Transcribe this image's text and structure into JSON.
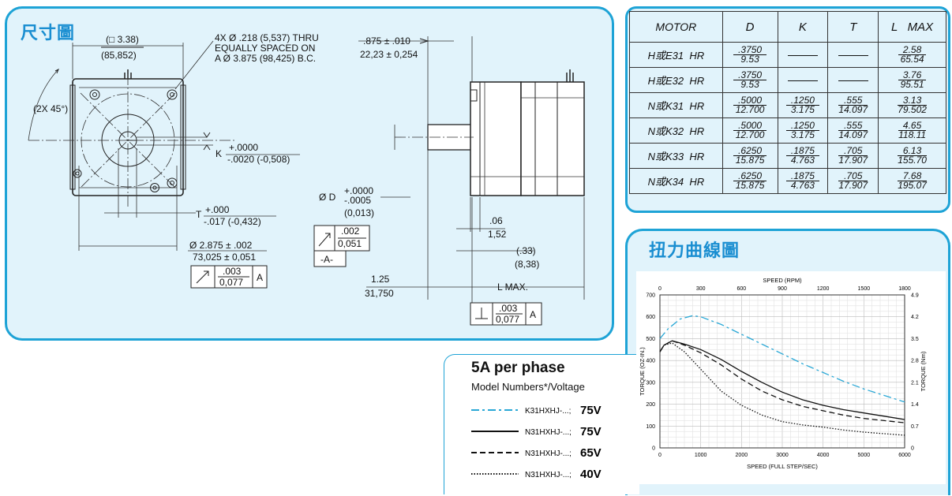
{
  "titles": {
    "dimensions": "尺寸圖",
    "torque_curve": "扭力曲線圖"
  },
  "drawing": {
    "front_width": "(□ 3.38)",
    "front_width_mm": "(85,852)",
    "holes_1": "4X Ø .218 (5,537) THRU",
    "holes_2": "EQUALLY SPACED ON",
    "holes_3": "A Ø 3.875 (98,425) B.C.",
    "angle": "(2X 45°)",
    "k_label": "K",
    "k_tol_1": "+.0000",
    "k_tol_2": "-.0020 (-0,508)",
    "t_label": "T",
    "t_tol_1": "+.000",
    "t_tol_2": "-.017 (-0,432)",
    "pilot_dia": "Ø 2.875 ± .002",
    "pilot_dia_mm": "73,025 ± 0,051",
    "frame1_top": ".003",
    "frame1_bot": "0,077",
    "frame1_ref": "A",
    "shaft_len": ".875 ± .010",
    "shaft_len_mm": "22,23 ± 0,254",
    "d_label": "Ø D",
    "d_tol_1": "+.0000",
    "d_tol_2": "-.0005",
    "d_tol_3": "(0,013)",
    "frame2_top": ".002",
    "frame2_bot": "0,051",
    "datum": "-A-",
    "flange": ".06",
    "flange_mm": "1,52",
    "rear": "(.33)",
    "rear_mm": "(8,38)",
    "flange_len": "1.25",
    "flange_len_mm": "31,750",
    "lmax": "L MAX.",
    "frame3_top": ".003",
    "frame3_bot": "0,077",
    "frame3_ref": "A"
  },
  "table": {
    "headers": [
      "MOTOR",
      "D",
      "K",
      "T",
      "L   MAX"
    ],
    "rows": [
      {
        "motor": "H或E31  HR",
        "d": [
          ".3750",
          "9.53"
        ],
        "k": null,
        "t": null,
        "l": [
          "2.58",
          "65.54"
        ]
      },
      {
        "motor": "H或E32  HR",
        "d": [
          ".3750",
          "9.53"
        ],
        "k": null,
        "t": null,
        "l": [
          "3.76",
          "95.51"
        ]
      },
      {
        "motor": "N或K31  HR",
        "d": [
          ".5000",
          "12.700"
        ],
        "k": [
          ".1250",
          "3.175"
        ],
        "t": [
          ".555",
          "14.097"
        ],
        "l": [
          "3.13",
          "79.502"
        ]
      },
      {
        "motor": "N或K32  HR",
        "d": [
          ".5000",
          "12.700"
        ],
        "k": [
          ".1250",
          "3.175"
        ],
        "t": [
          ".555",
          "14.097"
        ],
        "l": [
          "4.65",
          "118.11"
        ]
      },
      {
        "motor": "N或K33  HR",
        "d": [
          ".6250",
          "15.875"
        ],
        "k": [
          ".1875",
          "4.763"
        ],
        "t": [
          ".705",
          "17.907"
        ],
        "l": [
          "6.13",
          "155.70"
        ]
      },
      {
        "motor": "N或K34  HR",
        "d": [
          ".6250",
          "15.875"
        ],
        "k": [
          ".1875",
          "4.763"
        ],
        "t": [
          ".705",
          "17.907"
        ],
        "l": [
          "7.68",
          "195.07"
        ]
      }
    ]
  },
  "legend": {
    "title": "5A per phase",
    "subtitle": "Model Numbers*/Voltage",
    "items": [
      {
        "model": "K31HXHJ-...;",
        "voltage": "75V",
        "style": "dashdot",
        "color": "#2aa8d6"
      },
      {
        "model": "N31HXHJ-...;",
        "voltage": "75V",
        "style": "solid",
        "color": "#111111"
      },
      {
        "model": "N31HXHJ-...;",
        "voltage": "65V",
        "style": "dashed",
        "color": "#111111"
      },
      {
        "model": "N31HXHJ-...;",
        "voltage": "40V",
        "style": "dotted",
        "color": "#111111"
      }
    ]
  },
  "chart_data": {
    "type": "line",
    "xlabel": "SPEED (FULL STEP/SEC)",
    "x2label": "SPEED (RPM)",
    "ylabel": "TORQUE (OZ-IN.)",
    "y2label": "TORQUE (Nm)",
    "xlim": [
      0,
      6000
    ],
    "x2lim": [
      0,
      1800
    ],
    "ylim": [
      0,
      700
    ],
    "y2lim": [
      0,
      4.9
    ],
    "x_ticks": [
      0,
      1000,
      2000,
      3000,
      4000,
      5000,
      6000
    ],
    "x2_ticks": [
      0,
      300,
      600,
      900,
      1200,
      1500,
      1800
    ],
    "y_ticks": [
      0,
      100,
      200,
      300,
      400,
      500,
      600,
      700
    ],
    "y2_ticks": [
      "0",
      "0.7",
      "1.4",
      "2.1",
      "2.8",
      "3.5",
      "4.2",
      "4.9"
    ],
    "grid": true,
    "series": [
      {
        "name": "K31HXHJ; 75V",
        "style": "dashdot",
        "color": "#2aa8d6",
        "x": [
          0,
          200,
          500,
          800,
          1000,
          1500,
          2000,
          2500,
          3000,
          3500,
          4000,
          4500,
          5000,
          5500,
          6000
        ],
        "y": [
          500,
          545,
          590,
          605,
          600,
          565,
          520,
          475,
          430,
          385,
          345,
          305,
          270,
          240,
          210
        ]
      },
      {
        "name": "N31HXHJ; 75V",
        "style": "solid",
        "color": "#111111",
        "x": [
          0,
          100,
          300,
          600,
          1000,
          1500,
          2000,
          2500,
          3000,
          3500,
          4000,
          4500,
          5000,
          5500,
          6000
        ],
        "y": [
          440,
          470,
          490,
          475,
          450,
          405,
          350,
          300,
          255,
          220,
          195,
          175,
          160,
          145,
          130
        ]
      },
      {
        "name": "N31HXHJ; 65V",
        "style": "dashed",
        "color": "#111111",
        "x": [
          0,
          100,
          300,
          600,
          1000,
          1500,
          2000,
          2500,
          3000,
          3500,
          4000,
          4500,
          5000,
          5500,
          6000
        ],
        "y": [
          440,
          470,
          490,
          470,
          435,
          380,
          315,
          260,
          220,
          190,
          170,
          150,
          135,
          125,
          115
        ]
      },
      {
        "name": "N31HXHJ; 40V",
        "style": "dotted",
        "color": "#111111",
        "x": [
          0,
          100,
          300,
          600,
          1000,
          1500,
          2000,
          2500,
          3000,
          3500,
          4000,
          4500,
          5000,
          5500,
          6000
        ],
        "y": [
          440,
          470,
          480,
          440,
          360,
          260,
          195,
          150,
          120,
          105,
          95,
          82,
          72,
          65,
          58
        ]
      }
    ]
  }
}
